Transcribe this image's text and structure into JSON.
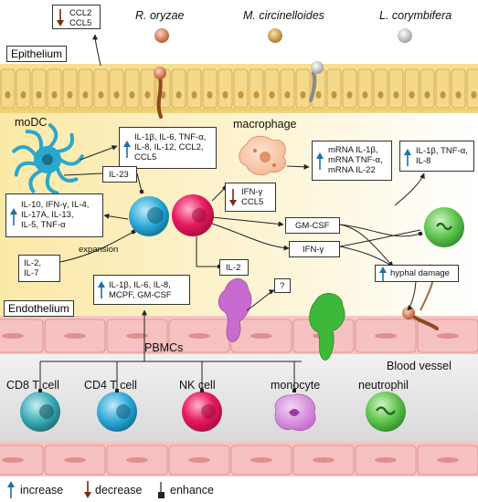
{
  "pathogens": {
    "r_oryzae": "R. oryzae",
    "m_circinelloides": "M. circinelloides",
    "l_corymbifera": "L. corymbifera"
  },
  "regions": {
    "epithelium": "Epithelium",
    "endothelium": "Endothelium",
    "blood_vessel": "Blood vessel"
  },
  "cells": {
    "modc": "moDC",
    "macrophage": "macrophage",
    "pbmcs": "PBMCs",
    "cd8": "CD8 T cell",
    "cd4": "CD4 T cell",
    "nk": "NK cell",
    "monocyte": "monocyte",
    "neutrophil": "neutrophil"
  },
  "boxes": {
    "ccl": "CCL2\nCCL5",
    "modc_cytokines": "IL-1β, IL-6, TNF-α,\nIL-8, IL-12, CCL2,\nCCL5",
    "mrna": "mRNA IL-1β,\nmRNA TNF-α,\nmRNA IL-22",
    "neutro_cytokines": "IL-1β, TNF-α,\nIL-8",
    "il23": "IL-23",
    "tcell_cytokines": "IL-10, IFN-γ, IL-4,\nIL-17A, IL-13,\nIL-5, TNF-α",
    "il2_il7": "IL-2,\nIL-7",
    "expansion": "expansion",
    "ifn_ccl5": "IFN-γ\nCCL5",
    "gmcsf": "GM-CSF",
    "ifng": "IFN-γ",
    "il2": "IL-2",
    "question": "?",
    "hyphal": "hyphal damage",
    "pbmc_cytokines": "IL-1β, IL-6, IL-8,\nMCPF, GM-CSF"
  },
  "legend": {
    "increase": "increase",
    "decrease": "decrease",
    "enhance": "enhance"
  },
  "colors": {
    "increase_arrow": "#1d6fa5",
    "decrease_arrow": "#7a2a10",
    "epithelium_fill": "#f3d98a",
    "endothelium_fill": "#f4b9b9",
    "nk_cell": "#e8195f",
    "tcell": "#27a9d6",
    "neutrophil": "#5bc24a",
    "monocyte": "#c86bd0",
    "modc": "#2aa7cc"
  }
}
